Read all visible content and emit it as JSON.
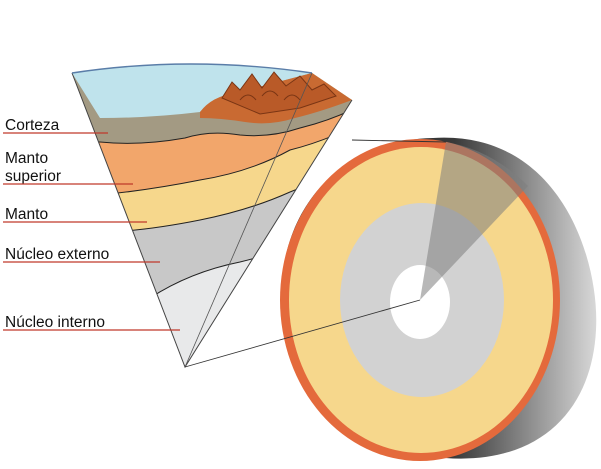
{
  "labels": {
    "crust": "Corteza",
    "upper_mantle_line1": "Manto",
    "upper_mantle_line2": "superior",
    "mantle": "Manto",
    "outer_core": "Núcleo externo",
    "inner_core": "Núcleo interno"
  },
  "colors": {
    "ocean": "#bfe3ec",
    "continent": "#c96a32",
    "crust": "#a39a83",
    "upper_mantle": "#f2a66b",
    "mantle": "#f6d78c",
    "outer_core": "#c8c8c8",
    "inner_core": "#e8e9ea",
    "leader_line": "#c0392b",
    "sphere_rim": "#e46a3c",
    "shell": "#2e2e2e"
  }
}
